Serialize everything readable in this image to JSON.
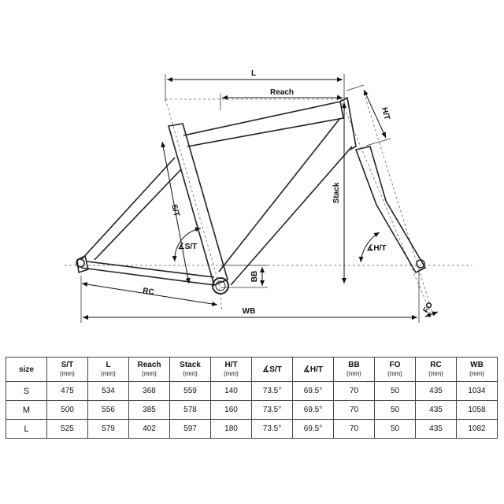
{
  "diagram": {
    "labels": {
      "L": "L",
      "reach": "Reach",
      "ht": "H/T",
      "st": "S/T",
      "stack": "Stack",
      "st_angle": "∡S/T",
      "ht_angle": "∡H/T",
      "bb": "BB",
      "rc": "RC",
      "wb": "WB",
      "fo": "FO"
    }
  },
  "table": {
    "headers": [
      {
        "label": "size",
        "unit": ""
      },
      {
        "label": "S/T",
        "unit": "(mm)"
      },
      {
        "label": "L",
        "unit": "(mm)"
      },
      {
        "label": "Reach",
        "unit": "(mm)"
      },
      {
        "label": "Stack",
        "unit": "(mm)"
      },
      {
        "label": "H/T",
        "unit": "(mm)"
      },
      {
        "label": "∡S/T",
        "unit": ""
      },
      {
        "label": "∡H/T",
        "unit": ""
      },
      {
        "label": "BB",
        "unit": "(mm)"
      },
      {
        "label": "FO",
        "unit": "(mm)"
      },
      {
        "label": "RC",
        "unit": "(mm)"
      },
      {
        "label": "WB",
        "unit": "(mm)"
      }
    ],
    "rows": [
      [
        "S",
        "475",
        "534",
        "368",
        "559",
        "140",
        "73.5°",
        "69.5°",
        "70",
        "50",
        "435",
        "1034"
      ],
      [
        "M",
        "500",
        "556",
        "385",
        "578",
        "160",
        "73.5°",
        "69.5°",
        "70",
        "50",
        "435",
        "1058"
      ],
      [
        "L",
        "525",
        "579",
        "402",
        "597",
        "180",
        "73.5°",
        "69.5°",
        "70",
        "50",
        "435",
        "1082"
      ]
    ]
  }
}
